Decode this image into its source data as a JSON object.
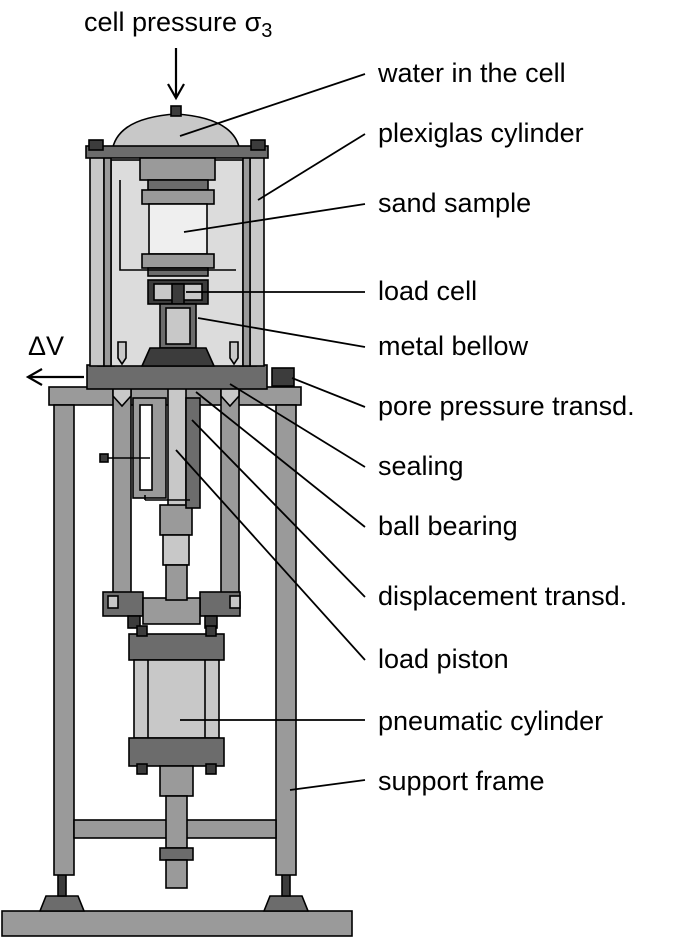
{
  "top_label": {
    "text": "cell pressure σ",
    "subscript": "3"
  },
  "side_label": {
    "text": "ΔV"
  },
  "labels": [
    {
      "id": "water",
      "text": "water in the cell"
    },
    {
      "id": "plexiglas",
      "text": "plexiglas cylinder"
    },
    {
      "id": "sand",
      "text": "sand sample"
    },
    {
      "id": "loadcell",
      "text": "load cell"
    },
    {
      "id": "bellow",
      "text": "metal bellow"
    },
    {
      "id": "pore",
      "text": "pore pressure transd."
    },
    {
      "id": "sealing",
      "text": "sealing"
    },
    {
      "id": "ball",
      "text": "ball bearing"
    },
    {
      "id": "disp",
      "text": "displacement transd."
    },
    {
      "id": "piston",
      "text": "load piston"
    },
    {
      "id": "pneumatic",
      "text": "pneumatic cylinder"
    },
    {
      "id": "frame",
      "text": "support frame"
    }
  ]
}
